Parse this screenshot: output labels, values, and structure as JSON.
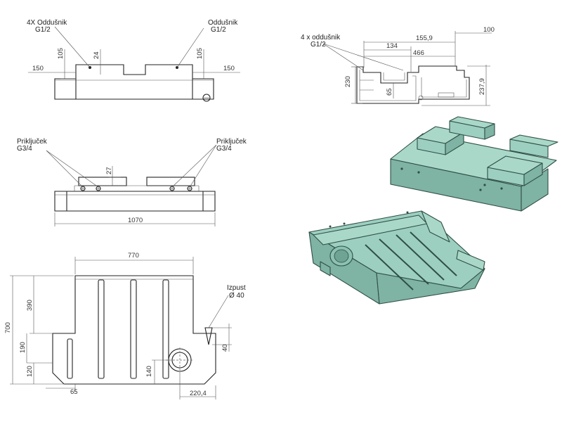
{
  "front_view": {
    "vent_left_label": "4X Oddušnik",
    "vent_left_size": "G1/2",
    "vent_right_label": "Oddušnik",
    "vent_right_size": "G1/2",
    "dim_105_left": "105",
    "dim_24": "24",
    "dim_105_right": "105",
    "dim_150_left": "150",
    "dim_150_right": "150"
  },
  "side_view": {
    "port_left_label": "Priključek",
    "port_left_size": "G3/4",
    "port_right_label": "Priključek",
    "port_right_size": "G3/4",
    "dim_27": "27",
    "dim_1070": "1070"
  },
  "plan_view": {
    "dim_770": "770",
    "dim_700": "700",
    "dim_390": "390",
    "dim_190": "190",
    "dim_120": "120",
    "dim_65": "65",
    "dim_140": "140",
    "dim_40": "40",
    "dim_220": "220,4",
    "outlet_label": "Izpust",
    "outlet_size": "Ø 40"
  },
  "section_view": {
    "vent_label": "4 x oddušnik",
    "vent_size": "G1/2",
    "dim_100": "100",
    "dim_155": "155,9",
    "dim_134": "134",
    "dim_466": "466",
    "dim_230": "230",
    "dim_65": "65",
    "dim_237": "237,9"
  },
  "colors": {
    "line": "#222222",
    "model_fill": "#9ccfbf",
    "model_edge": "#2f4f46"
  }
}
